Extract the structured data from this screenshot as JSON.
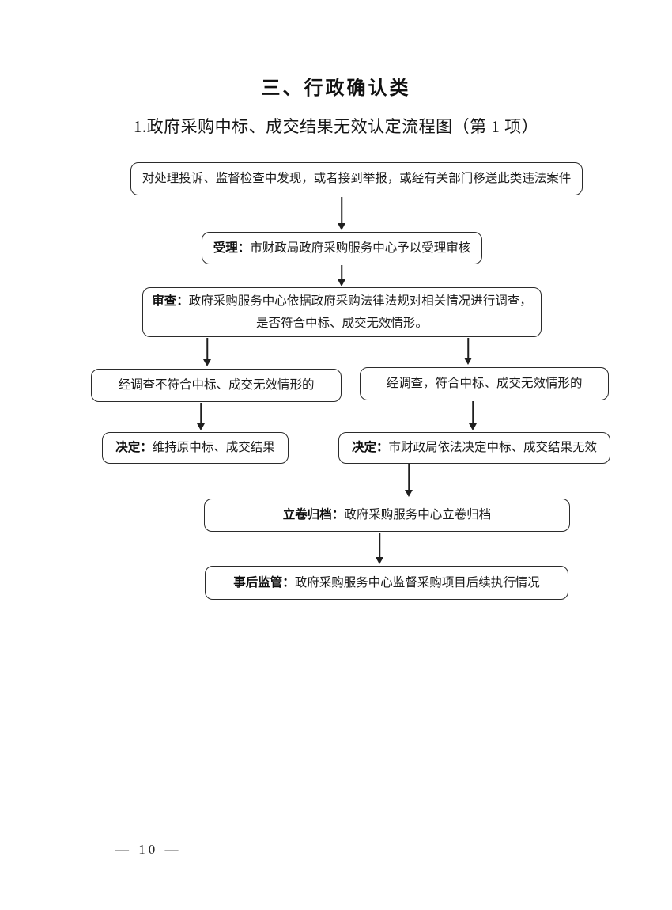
{
  "document": {
    "section_title": "三、行政确认类",
    "chart_title": "1.政府采购中标、成交结果无效认定流程图（第 1 项）",
    "page_number": "— 10 —"
  },
  "flowchart": {
    "nodes": {
      "source": {
        "label": "",
        "text": "对处理投诉、监督检查中发现，或者接到举报，或经有关部门移送此类违法案件"
      },
      "accept": {
        "label": "受理：",
        "text": "市财政局政府采购服务中心予以受理审核"
      },
      "review": {
        "label": "审查：",
        "text": "政府采购服务中心依据政府采购法律法规对相关情况进行调查，是否符合中标、成交无效情形。"
      },
      "not_met": {
        "label": "",
        "text": "经调查不符合中标、成交无效情形的"
      },
      "met": {
        "label": "",
        "text": "经调查，符合中标、成交无效情形的"
      },
      "decision_keep": {
        "label": "决定：",
        "text": "维持原中标、成交结果"
      },
      "decision_invalid": {
        "label": "决定：",
        "text": "市财政局依法决定中标、成交结果无效"
      },
      "archive": {
        "label": "立卷归档：",
        "text": "政府采购服务中心立卷归档"
      },
      "post_supervision": {
        "label": "事后监管：",
        "text": "政府采购服务中心监督采购项目后续执行情况"
      }
    }
  }
}
